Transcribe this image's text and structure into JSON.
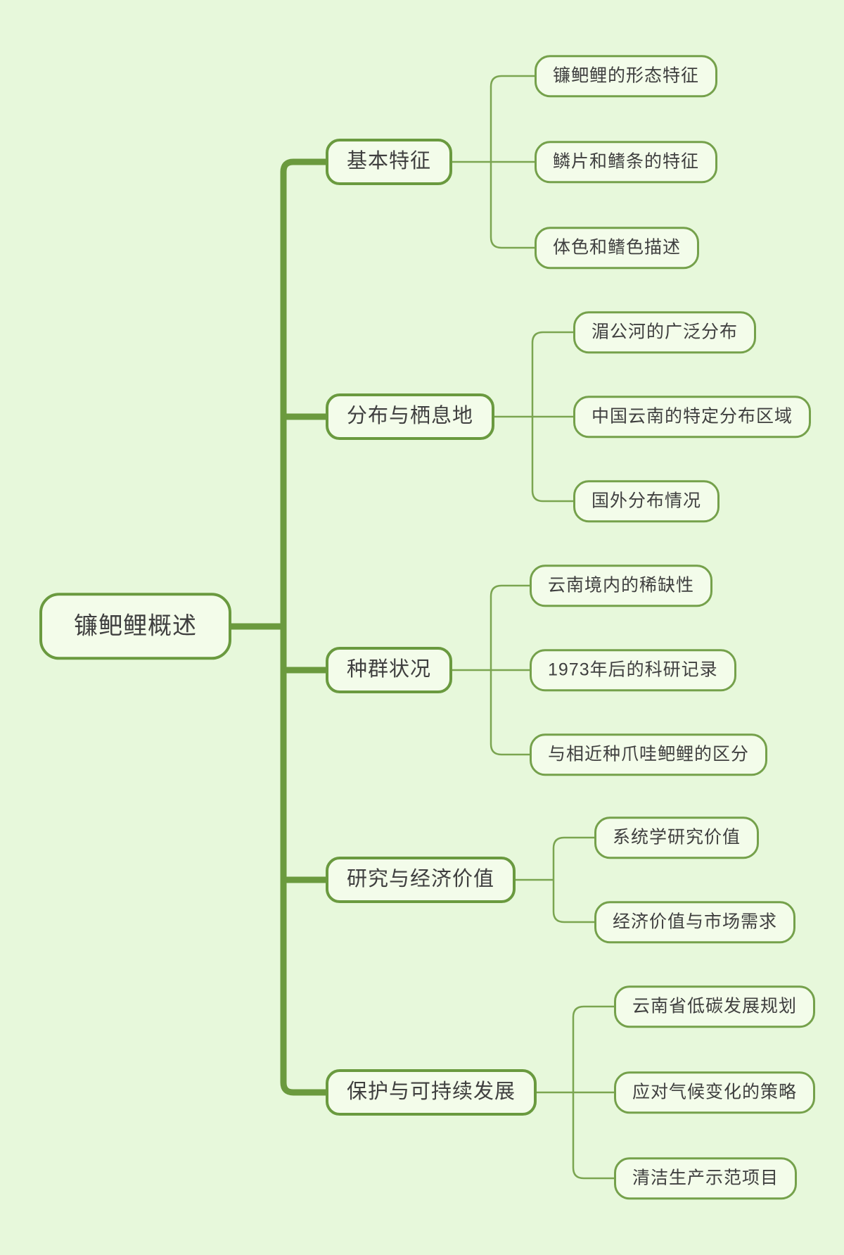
{
  "root": {
    "label": "镰鲃鲤概述"
  },
  "branches": [
    {
      "label": "基本特征",
      "children": [
        {
          "label": "镰鲃鲤的形态特征"
        },
        {
          "label": "鳞片和鳍条的特征"
        },
        {
          "label": "体色和鳍色描述"
        }
      ]
    },
    {
      "label": "分布与栖息地",
      "children": [
        {
          "label": "湄公河的广泛分布"
        },
        {
          "label": "中国云南的特定分布区域"
        },
        {
          "label": "国外分布情况"
        }
      ]
    },
    {
      "label": "种群状况",
      "children": [
        {
          "label": "云南境内的稀缺性"
        },
        {
          "label": "1973年后的科研记录"
        },
        {
          "label": "与相近种爪哇鲃鲤的区分"
        }
      ]
    },
    {
      "label": "研究与经济价值",
      "children": [
        {
          "label": "系统学研究价值"
        },
        {
          "label": "经济价值与市场需求"
        }
      ]
    },
    {
      "label": "保护与可持续发展",
      "children": [
        {
          "label": "云南省低碳发展规划"
        },
        {
          "label": "应对气候变化的策略"
        },
        {
          "label": "清洁生产示范项目"
        }
      ]
    }
  ],
  "colors": {
    "background": "#e7f8db",
    "node_fill": "#f3fcea",
    "node_border": "#6a9a3f",
    "child_border": "#75a14b",
    "trunk_line": "#6b9a3e",
    "connector_line": "#7ba551",
    "text": "#3f3f3f"
  }
}
